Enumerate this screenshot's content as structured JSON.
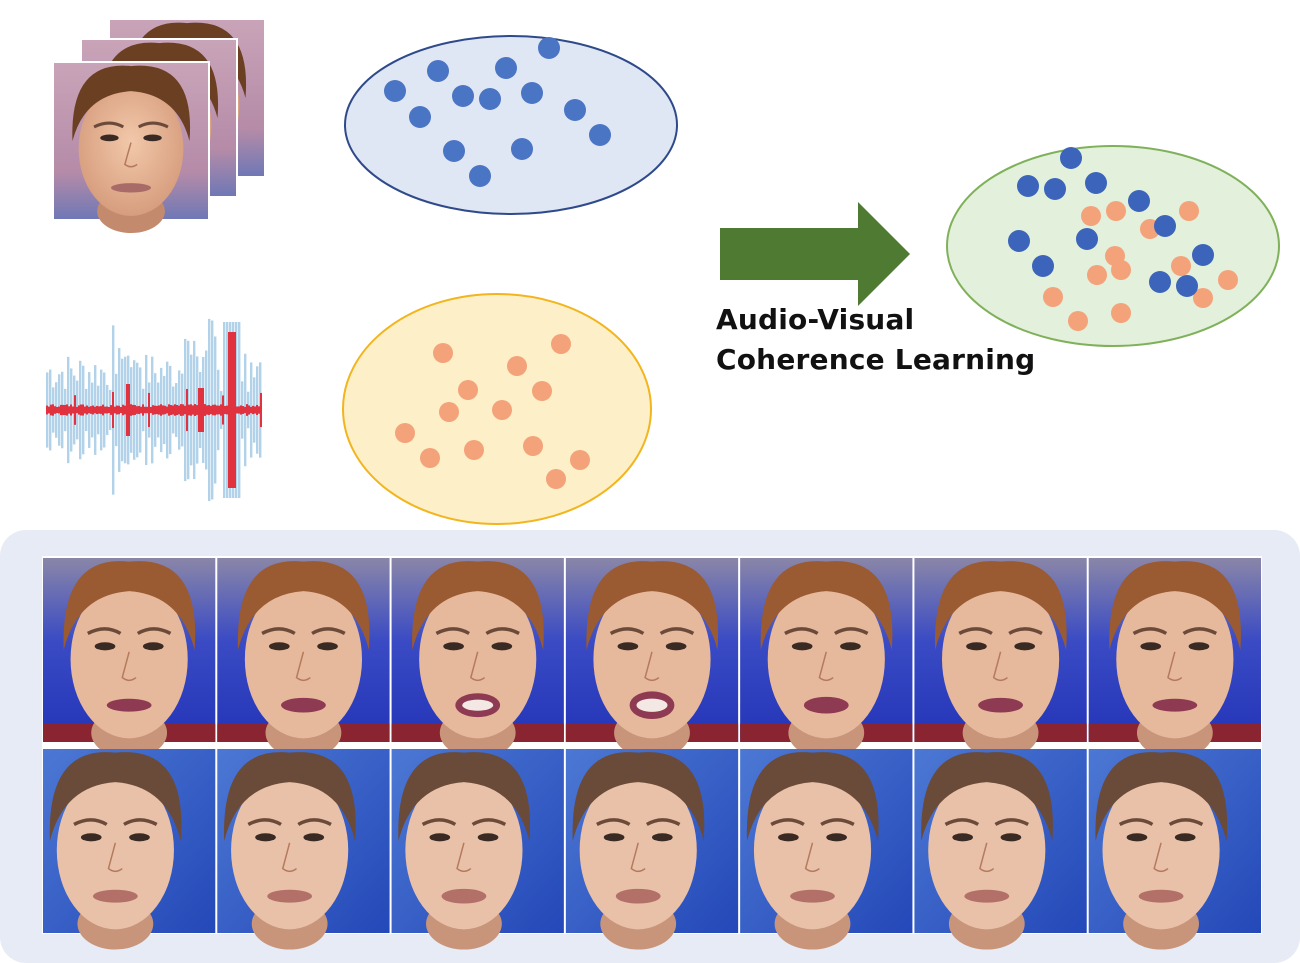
{
  "arrow": {
    "label_line1": "Audio-Visual",
    "label_line2": "Coherence Learning"
  },
  "colors": {
    "visual_dot": "#4a74c4",
    "visual_dot_dark": "#3b64ba",
    "audio_dot": "#f4a27a",
    "visual_cluster_fill": "#dfe6f4",
    "visual_cluster_stroke": "#2f4a8a",
    "audio_cluster_fill": "#fdefc8",
    "audio_cluster_stroke": "#f2b51d",
    "joint_cluster_fill": "#e3f0dc",
    "joint_cluster_stroke": "#7fb15a",
    "arrow_fill": "#4e7a32",
    "panel_fill": "#e6ebf6",
    "waveform_light": "#a9cde6",
    "waveform_red": "#e0323f"
  },
  "icons": {
    "face_stack": "face-frame-stack-icon",
    "waveform": "audio-waveform-icon",
    "arrow": "right-arrow-icon"
  },
  "filmstrips": {
    "rows": [
      {
        "name": "woman-speaker-row",
        "frames": 7,
        "bg": "#2d3fb8",
        "skin": "#e6b89c",
        "hair": "#9a5a32"
      },
      {
        "name": "man-speaker-row",
        "frames": 7,
        "bg": "#2f56c8",
        "skin": "#e8c1a8",
        "hair": "#6a4a38"
      }
    ]
  }
}
